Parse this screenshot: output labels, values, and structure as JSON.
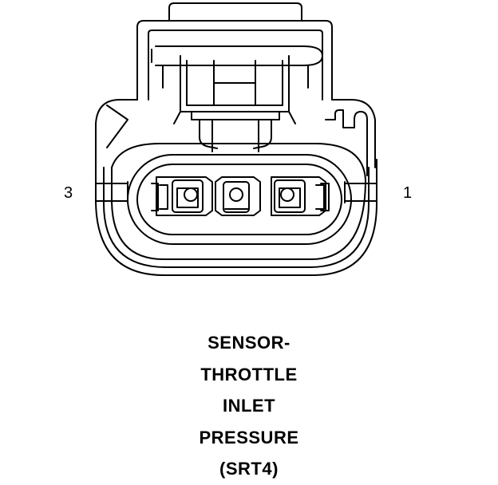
{
  "pins": {
    "left": "3",
    "right": "1"
  },
  "caption": [
    "SENSOR-",
    "THROTTLE",
    "INLET",
    "PRESSURE",
    "(SRT4)"
  ]
}
